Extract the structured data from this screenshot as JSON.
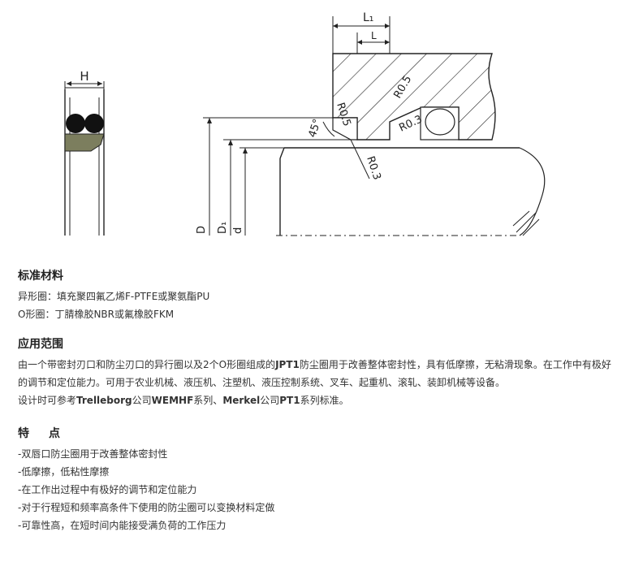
{
  "diagram": {
    "labels": {
      "H": "H",
      "L1": "L₁",
      "L": "L",
      "r05_a": "R0.5",
      "r05_b": "R0.5",
      "r03_a": "R0.3",
      "r03_b": "R0.3",
      "angle": "45°",
      "D": "D",
      "D1": "D₁",
      "d": "d"
    }
  },
  "standard_materials": {
    "title": "标准材料",
    "items": [
      "异形圈：填充聚四氟乙烯F-PTFE或聚氨酯PU",
      "O形圈：丁腈橡胶NBR或氟橡胶FKM"
    ]
  },
  "application": {
    "title": "应用范围",
    "p1_a": "由一个带密封刃口和防尘刃口的异行圈以及2个O形圈组成的",
    "p1_bold": "JPT1",
    "p1_b": "防尘圈用于改善整体密封性，具有低摩擦，无粘滑现象。在工作中有极好的调节和定位能力。可用于农业机械、液压机、注塑机、液压控制系统、叉车、起重机、滚轧、装卸机械等设备。",
    "p2_a": "设计时可参考",
    "p2_b1": "Trelleborg",
    "p2_c": "公司",
    "p2_b2": "WEMHF",
    "p2_d": "系列、",
    "p2_b3": "Merkel",
    "p2_e": "公司",
    "p2_b4": "PT1",
    "p2_f": "系列标准。"
  },
  "features": {
    "title": "特点",
    "items": [
      "-双唇口防尘圈用于改善整体密封性",
      "-低摩擦，低粘性摩擦",
      "-在工作出过程中有极好的调节和定位能力",
      "-对于行程短和频率高条件下使用的防尘圈可以变换材料定做",
      "-可靠性高，在短时间内能接受满负荷的工作压力"
    ]
  }
}
